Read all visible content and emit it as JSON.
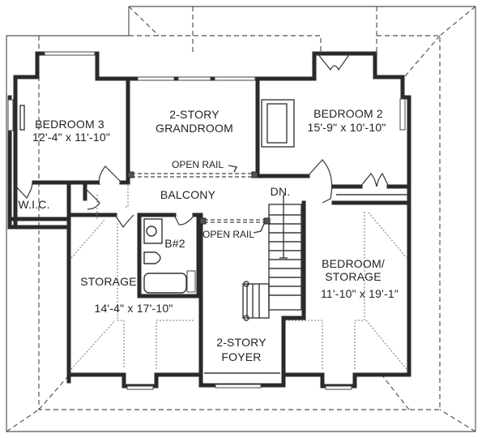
{
  "plan": {
    "colors": {
      "walls": "#2a2a2a",
      "lines": "#555555",
      "background": "#ffffff"
    },
    "rooms": {
      "bedroom3": {
        "name": "BEDROOM 3",
        "dims": "12'-4\" x 11'-10\""
      },
      "grandroom": {
        "line1": "2-STORY",
        "line2": "GRANDROOM"
      },
      "bedroom2": {
        "name": "BEDROOM 2",
        "dims": "15'-9\" x 10'-10\""
      },
      "wic": {
        "name": "W.I.C."
      },
      "balcony": {
        "name": "BALCONY"
      },
      "bath2": {
        "name": "B#2"
      },
      "storage": {
        "name": "STORAGE",
        "dims": "14'-4\" x 17'-10\""
      },
      "foyer": {
        "line1": "2-STORY",
        "line2": "FOYER"
      },
      "bedroom_storage": {
        "line1": "BEDROOM/",
        "line2": "STORAGE",
        "dims": "11'-10\" x 19'-1\""
      }
    },
    "annotations": {
      "open_rail_upper": "OPEN RAIL",
      "open_rail_lower": "OPEN RAIL",
      "stair_down": "DN."
    }
  }
}
